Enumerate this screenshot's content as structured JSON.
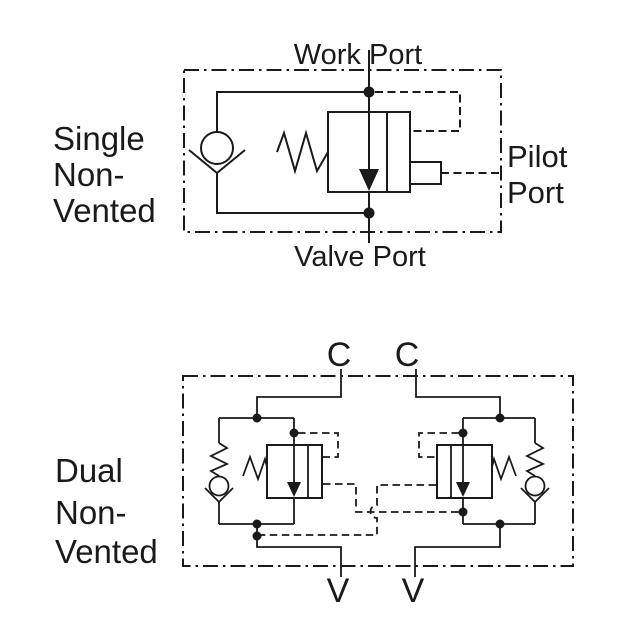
{
  "colors": {
    "ink": "#1a1a1a",
    "background": "#ffffff"
  },
  "single_diagram": {
    "title_lines": [
      "Single",
      "Non-",
      "Vented"
    ],
    "top_port_label": "Work Port",
    "bottom_port_label": "Valve Port",
    "side_port_label_lines": [
      "Pilot",
      "Port"
    ],
    "symbols": [
      "check-valve-icon",
      "spring-icon",
      "relief-valve-box",
      "flow-arrow-icon",
      "pilot-actuator",
      "pilot-dashed-line",
      "junction-dot",
      "dash-dot-enclosure"
    ]
  },
  "dual_diagram": {
    "title_lines": [
      "Dual",
      "Non-",
      "Vented"
    ],
    "top_port_labels": [
      "C",
      "C"
    ],
    "bottom_port_labels": [
      "V",
      "V"
    ],
    "symbols": [
      "check-valve-icon",
      "spring-icon",
      "relief-valve-box",
      "flow-arrow-icon",
      "pilot-dashed-line",
      "crossover-hop",
      "junction-dot",
      "dash-dot-enclosure"
    ]
  }
}
